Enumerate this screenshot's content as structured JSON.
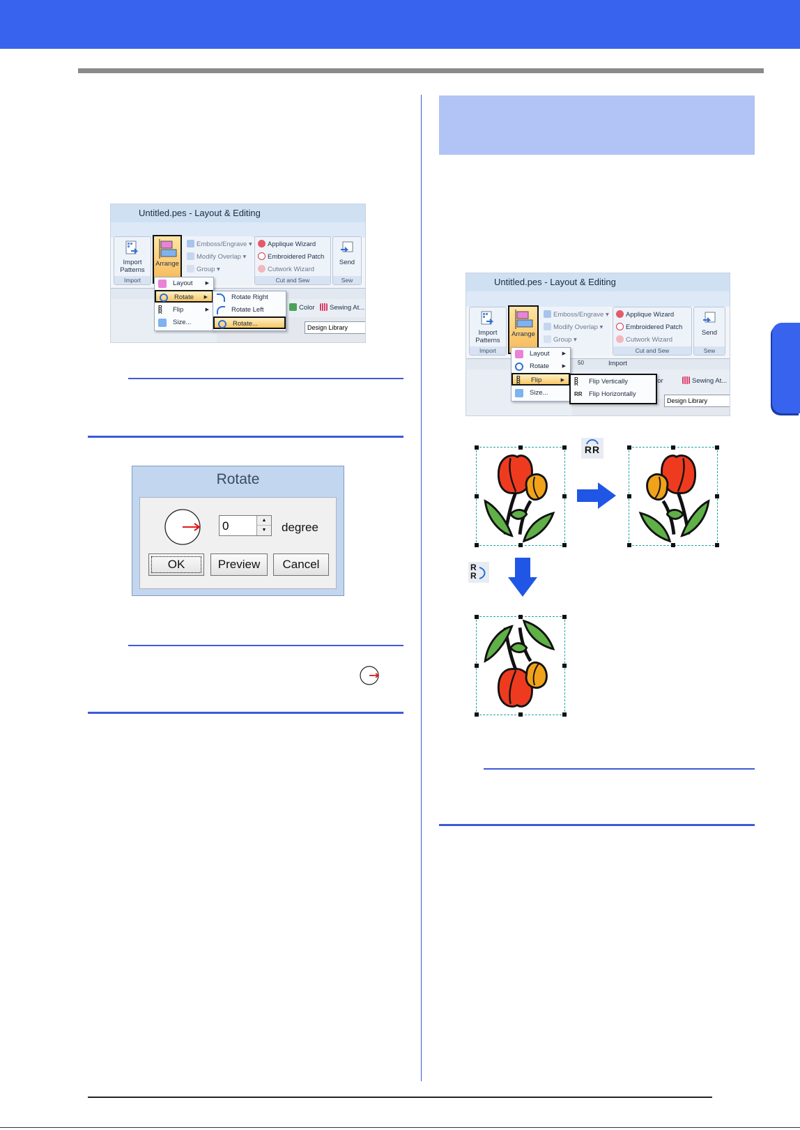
{
  "rotate_menu_shot": {
    "title": "Untitled.pes - Layout & Editing",
    "import_patterns_label": "Import Patterns",
    "import_group": "Import",
    "arrange_label": "Arrange",
    "emboss": "Emboss/Engrave",
    "modify_overlap": "Modify Overlap",
    "group": "Group",
    "applique_wizard": "Applique Wizard",
    "embroidered_patch": "Embroidered Patch",
    "cutwork_wizard": "Cutwork Wizard",
    "cut_and_sew_group": "Cut and Sew",
    "send_label": "Send",
    "sew_group": "Sew",
    "menu_layout": "Layout",
    "menu_rotate": "Rotate",
    "menu_flip": "Flip",
    "menu_size": "Size...",
    "sub_rotate_right": "Rotate Right",
    "sub_rotate_left": "Rotate Left",
    "sub_rotate": "Rotate...",
    "color_label": "Color",
    "sewing_label": "Sewing At...",
    "design_library": "Design Library"
  },
  "rotate_dialog": {
    "title": "Rotate",
    "value": "0",
    "unit": "degree",
    "ok": "OK",
    "preview": "Preview",
    "cancel": "Cancel"
  },
  "flip_menu_shot": {
    "title": "Untitled.pes - Layout & Editing",
    "import_patterns_label": "Import Patterns",
    "import_group": "Import",
    "arrange_label": "Arrange",
    "emboss": "Emboss/Engrave",
    "modify_overlap": "Modify Overlap",
    "group": "Group",
    "applique_wizard": "Applique Wizard",
    "embroidered_patch": "Embroidered Patch",
    "cutwork_wizard": "Cutwork Wizard",
    "cut_and_sew_group": "Cut and Sew",
    "send_label": "Send",
    "sew_group": "Sew",
    "menu_layout": "Layout",
    "menu_rotate": "Rotate",
    "menu_flip": "Flip",
    "menu_size": "Size...",
    "sub_flip_vertically": "Flip Vertically",
    "sub_flip_horizontally": "Flip Horizontally",
    "ruler_50": "50",
    "import_tab": "Import",
    "color_label": "Color",
    "sewing_label": "Sewing At...",
    "design_library": "Design Library"
  },
  "flip_icons": {
    "horizontal_glyph": "RR",
    "vertical_glyph": "RR"
  },
  "colors": {
    "banner_blue": "#3763ee",
    "heading_fill": "#b2c3f5",
    "rule_blue": "#3c5ad8",
    "tulip_red": "#ee3b1f",
    "tulip_orange": "#f0a21a",
    "leaf_green": "#5fb046"
  }
}
